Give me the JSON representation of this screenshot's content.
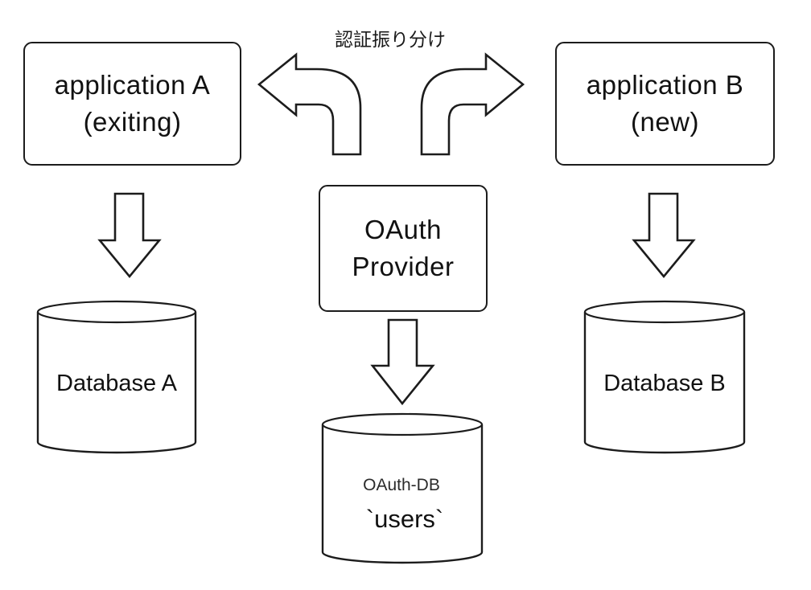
{
  "diagram": {
    "title_label": "認証振り分け",
    "nodes": {
      "app_a": {
        "line1": "application A",
        "line2": "(exiting)"
      },
      "app_b": {
        "line1": "application B",
        "line2": "(new)"
      },
      "oauth": {
        "line1": "OAuth",
        "line2": "Provider"
      },
      "db_a": {
        "label": "Database A"
      },
      "db_b": {
        "label": "Database B"
      },
      "oauth_db": {
        "line1": "OAuth-DB",
        "line2": "`users`"
      }
    },
    "connections": [
      {
        "from": "oauth",
        "to": "app_a",
        "icon": "turn-left-arrow-icon"
      },
      {
        "from": "oauth",
        "to": "app_b",
        "icon": "turn-right-arrow-icon"
      },
      {
        "from": "app_a",
        "to": "db_a",
        "icon": "down-arrow-icon"
      },
      {
        "from": "app_b",
        "to": "db_b",
        "icon": "down-arrow-icon"
      },
      {
        "from": "oauth",
        "to": "oauth_db",
        "icon": "down-arrow-icon"
      }
    ]
  },
  "colors": {
    "background": "#ffffff",
    "stroke": "#1c1c1c",
    "shape_fill": "#ffffff",
    "text": "#111111"
  }
}
